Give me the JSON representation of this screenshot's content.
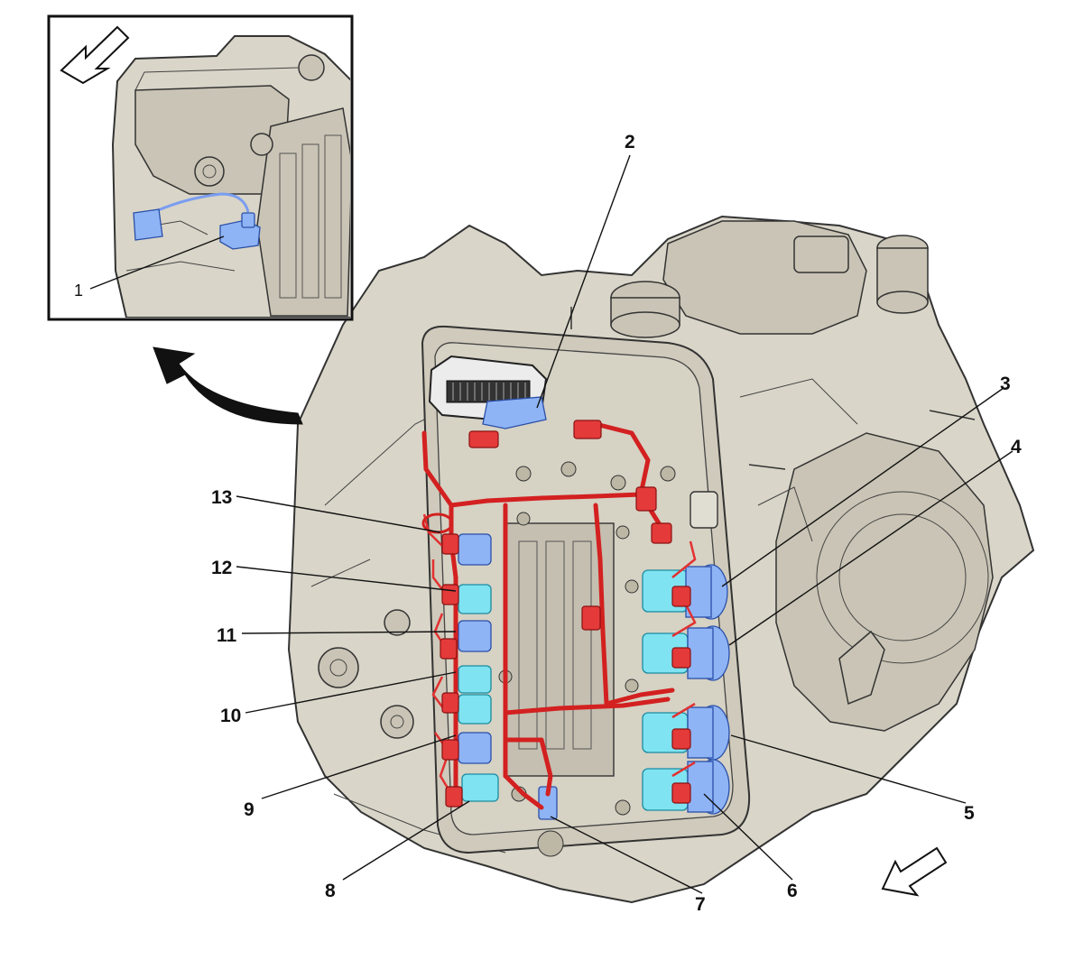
{
  "callouts": [
    {
      "id": "1",
      "label": "1"
    },
    {
      "id": "2",
      "label": "2"
    },
    {
      "id": "3",
      "label": "3"
    },
    {
      "id": "4",
      "label": "4"
    },
    {
      "id": "5",
      "label": "5"
    },
    {
      "id": "6",
      "label": "6"
    },
    {
      "id": "7",
      "label": "7"
    },
    {
      "id": "8",
      "label": "8"
    },
    {
      "id": "9",
      "label": "9"
    },
    {
      "id": "10",
      "label": "10"
    },
    {
      "id": "11",
      "label": "11"
    },
    {
      "id": "12",
      "label": "12"
    },
    {
      "id": "13",
      "label": "13"
    }
  ],
  "colors": {
    "case": "#d9d5c8",
    "harness": "#d32020",
    "solenoid_blue": "#8fb4f5",
    "solenoid_cyan": "#7fe3f2",
    "outline": "#333333"
  },
  "icons": [
    "direction-arrow-icon",
    "curved-arrow-icon"
  ]
}
